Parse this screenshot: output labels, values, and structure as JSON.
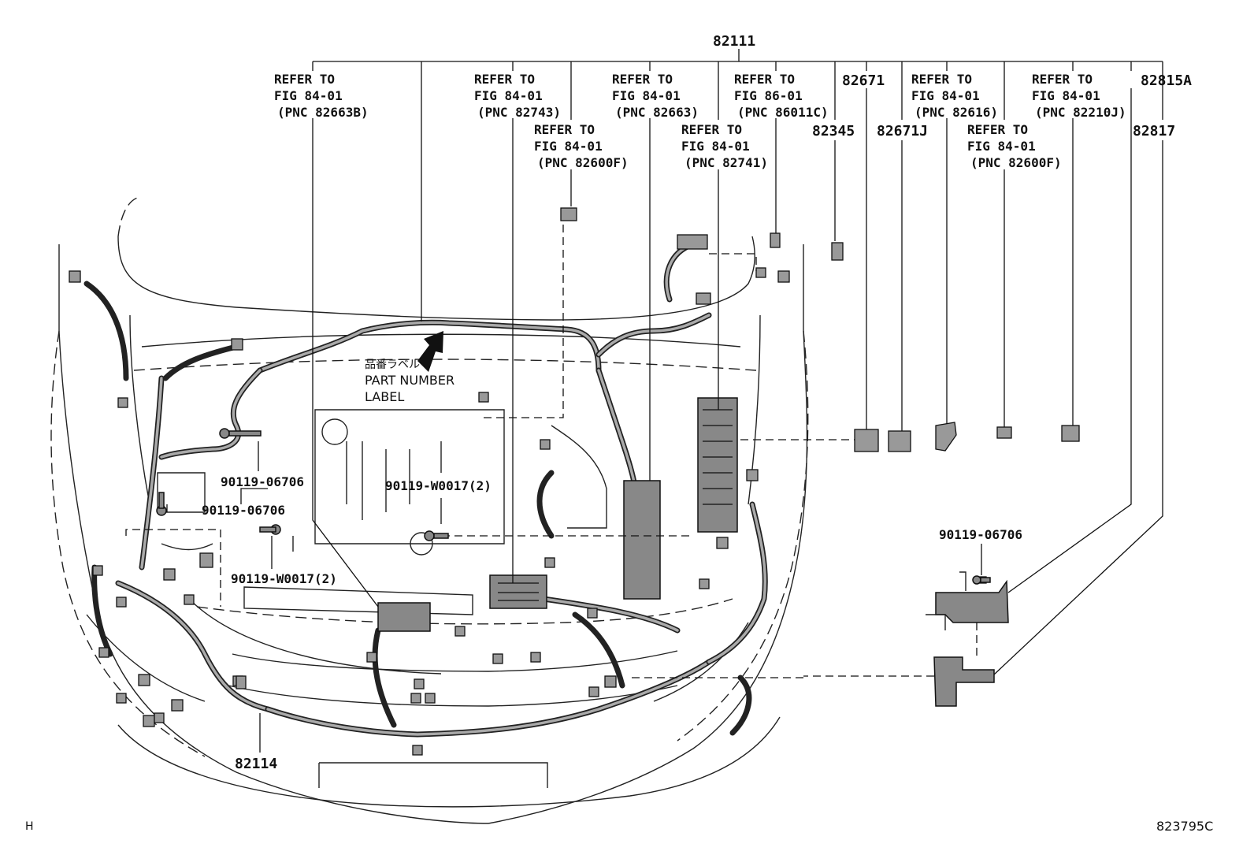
{
  "callouts": {
    "main_harness": "82111",
    "ref1": [
      "REFER TO",
      "FIG 84-01",
      "(PNC 82663B)"
    ],
    "ref2": [
      "REFER TO",
      "FIG 84-01",
      "(PNC 82743)"
    ],
    "ref3": [
      "REFER TO",
      "FIG 84-01",
      "(PNC 82663)"
    ],
    "ref4": [
      "REFER TO",
      "FIG 86-01",
      "(PNC 86011C)"
    ],
    "ref5": [
      "REFER TO",
      "FIG 84-01",
      "(PNC 82600F)"
    ],
    "ref6": [
      "REFER TO",
      "FIG 84-01",
      "(PNC 82741)"
    ],
    "ref7": [
      "REFER TO",
      "FIG 84-01",
      "(PNC 82616)"
    ],
    "ref8": [
      "REFER TO",
      "FIG 84-01",
      "(PNC 82210J)"
    ],
    "ref9": [
      "REFER TO",
      "FIG 84-01",
      "(PNC 82600F)"
    ],
    "pnc_82671": "82671",
    "pnc_82345": "82345",
    "pnc_82671J": "82671J",
    "pnc_82815A": "82815A",
    "pnc_82817": "82817",
    "pnc_82114": "82114"
  },
  "bolts": {
    "b1": "90119-06706",
    "b2": "90119-06706",
    "b3": "90119-W0017(2)",
    "b4": "90119-W0017(2)",
    "b5": "90119-06706"
  },
  "label": {
    "jp": "品番ラベル",
    "line1": "PART NUMBER",
    "line2": "LABEL"
  },
  "footer": {
    "left": "H",
    "right": "823795C"
  }
}
